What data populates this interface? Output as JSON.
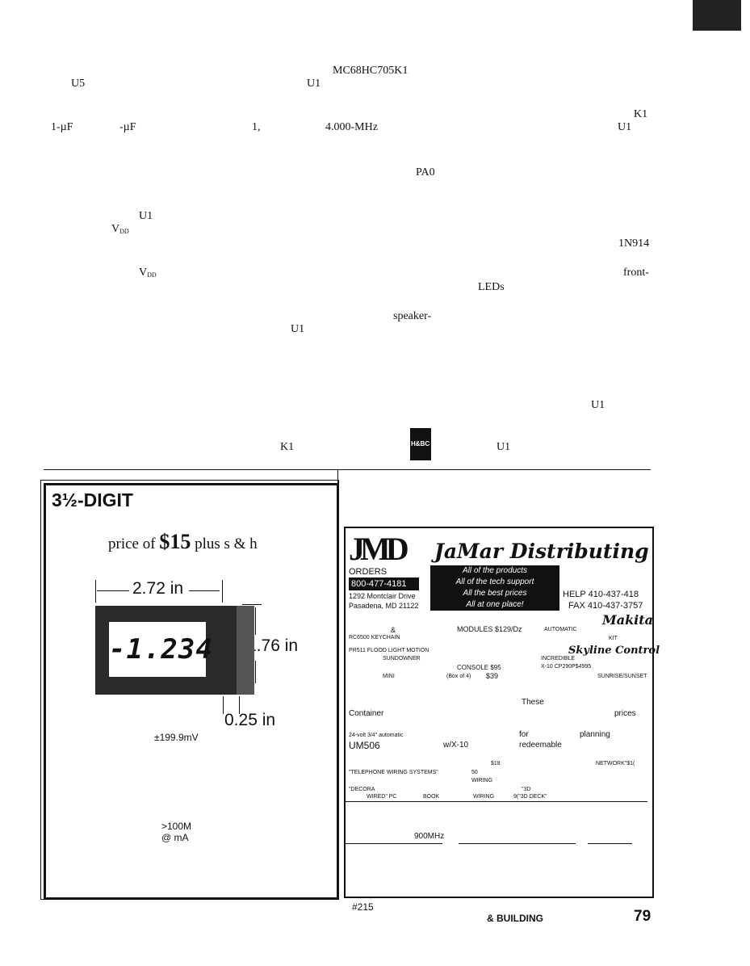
{
  "corner_block_color": "#222222",
  "article_fragments": [
    {
      "id": "mc68",
      "text": "MC68HC705K1"
    },
    {
      "id": "u5",
      "text": "U5"
    },
    {
      "id": "u1a",
      "text": "U1"
    },
    {
      "id": "k1a",
      "text": "K1"
    },
    {
      "id": "cap1",
      "text": "1-µF"
    },
    {
      "id": "cap2",
      "text": "-µF"
    },
    {
      "id": "one",
      "text": "1,"
    },
    {
      "id": "xtal",
      "text": "4.000-MHz"
    },
    {
      "id": "u1b",
      "text": "U1"
    },
    {
      "id": "pa0",
      "text": "PA0"
    },
    {
      "id": "u1c",
      "text": "U1"
    },
    {
      "id": "diode",
      "text": "1N914"
    },
    {
      "id": "front",
      "text": "front-"
    },
    {
      "id": "leds",
      "text": "LEDs"
    },
    {
      "id": "speaker",
      "text": "speaker-"
    },
    {
      "id": "u1d",
      "text": "U1"
    },
    {
      "id": "u1e",
      "text": "U1"
    },
    {
      "id": "k1b",
      "text": "K1"
    },
    {
      "id": "u1f",
      "text": "U1"
    }
  ],
  "vdd": {
    "main": "V",
    "sub": "DD"
  },
  "hcbc_logo": "H&BC",
  "lcd_ad": {
    "title": "3½-DIGIT",
    "price_prefix": "price of",
    "price": "$15",
    "price_suffix": "plus s & h",
    "width_label": "2.72 in",
    "height_label": "1.76 in",
    "depth_label": "0.25 in",
    "display_value": "-1.234",
    "range": "±199.9mV",
    "impedance": ">100M",
    "current": "@  mA"
  },
  "jamar_ad": {
    "logo": "JMD",
    "name": "JaMar Distributing",
    "orders_label": "ORDERS",
    "phone": "800-477-4181",
    "address1": "1292 Montclair Drive",
    "address2": "Pasadena, MD 21122",
    "slogans": [
      "All of the products",
      "All of the tech support",
      "All the best prices",
      "All at one place!"
    ],
    "help": "HELP 410-437-418",
    "fax": "FAX 410-437-3757",
    "makita": "Makita",
    "skyline": "Skyline Control",
    "items": [
      {
        "id": "amp",
        "text": "&"
      },
      {
        "id": "modules",
        "text": "MODULES $129/Dz"
      },
      {
        "id": "automatic",
        "text": "AUTOMATIC"
      },
      {
        "id": "rc6500",
        "text": "RC6500   KEYCHAIN"
      },
      {
        "id": "kit",
        "text": "KIT"
      },
      {
        "id": "pr511",
        "text": "PR511     FLOOD LIGHT MOTION"
      },
      {
        "id": "sundowner",
        "text": "SUNDOWNER"
      },
      {
        "id": "incredible",
        "text": "INCREDIBLE"
      },
      {
        "id": "console",
        "text": "CONSOLE $95"
      },
      {
        "id": "x10",
        "text": "X-10 CP290P$4995"
      },
      {
        "id": "mini",
        "text": "MINI"
      },
      {
        "id": "box",
        "text": "(Box of 4)"
      },
      {
        "id": "p39",
        "text": "$39"
      },
      {
        "id": "sunrise",
        "text": "SUNRISE/SUNSET"
      },
      {
        "id": "these",
        "text": "These"
      },
      {
        "id": "container",
        "text": "Container"
      },
      {
        "id": "prices",
        "text": "prices"
      },
      {
        "id": "volt",
        "text": "24-volt 3/4\" automatic"
      },
      {
        "id": "for",
        "text": "for"
      },
      {
        "id": "planning",
        "text": "planning"
      },
      {
        "id": "um506",
        "text": "UM506"
      },
      {
        "id": "wx10",
        "text": "w/X-10"
      },
      {
        "id": "redeem",
        "text": "redeemable"
      },
      {
        "id": "s18",
        "text": "$18"
      },
      {
        "id": "network",
        "text": "NETWORK\"$1("
      },
      {
        "id": "tws",
        "text": "\"TELEPHONE WIRING SYSTEMS\""
      },
      {
        "id": "fifty",
        "text": "50"
      },
      {
        "id": "wiring1",
        "text": "WIRING"
      },
      {
        "id": "decora",
        "text": "\"DECORA"
      },
      {
        "id": "threed",
        "text": "\"3D"
      },
      {
        "id": "wiredpc",
        "text": "WIRED\" PC"
      },
      {
        "id": "book",
        "text": "BOOK"
      },
      {
        "id": "wiring2",
        "text": "WIRING"
      },
      {
        "id": "deck",
        "text": "9(\"3D DECK\""
      },
      {
        "id": "mhz",
        "text": "900MHz"
      }
    ]
  },
  "footer": {
    "reader_service": "#215",
    "section": "& BUILDING",
    "page": "79"
  }
}
